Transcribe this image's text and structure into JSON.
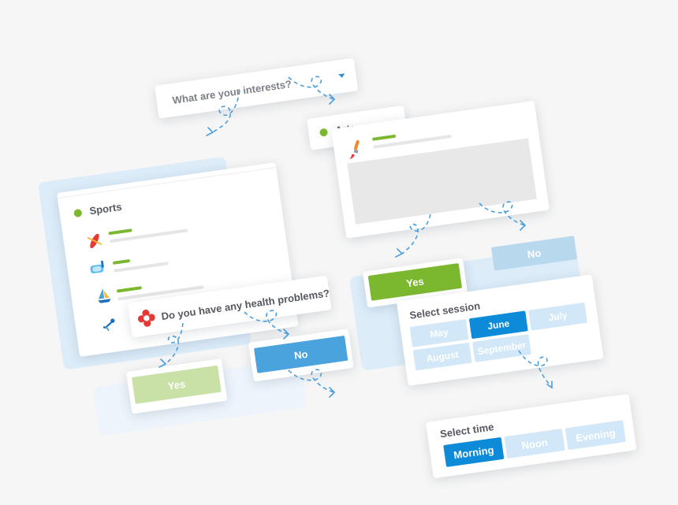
{
  "question_interests": "What are your interests?",
  "sports": {
    "label": "Sports",
    "icons": [
      "kayak-icon",
      "snorkel-mask-icon",
      "sailboat-icon",
      "diver-icon"
    ]
  },
  "arts": {
    "label": "Arts",
    "icons": [
      "paintbrush-icon"
    ]
  },
  "question_health": "Do you have any health problems?",
  "health_answers": {
    "yes": "Yes",
    "no": "No"
  },
  "arts_answers": {
    "yes": "Yes",
    "no": "No"
  },
  "session": {
    "title": "Select session",
    "options": [
      "May",
      "June",
      "July",
      "August",
      "September"
    ],
    "selected": "June"
  },
  "time": {
    "title": "Select time",
    "options": [
      "Morning",
      "Noon",
      "Evening"
    ],
    "selected": "Morning"
  },
  "colors": {
    "accent_green": "#7cb82f",
    "accent_blue": "#0d8bd8",
    "no_blue": "#4aa3dc",
    "chip_light": "#d2e8f8",
    "connector": "#4a9ee0"
  }
}
